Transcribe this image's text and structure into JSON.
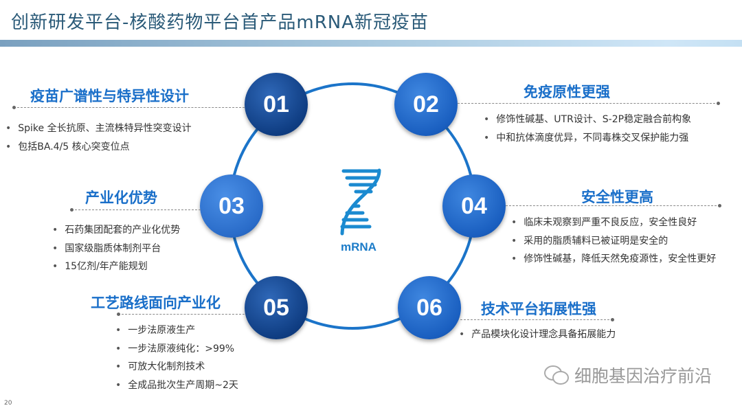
{
  "title": "创新研发平台-核酸药物平台首产品mRNA新冠疫苗",
  "center_label": "mRNA",
  "items": [
    {
      "num": "01",
      "heading": "疫苗广谱性与特异性设计",
      "bullets": [
        "Spike 全长抗原、主流株特异性突变设计",
        "包括BA.4/5 核心突变位点"
      ]
    },
    {
      "num": "02",
      "heading": "免疫原性更强",
      "bullets": [
        "修饰性碱基、UTR设计、S-2P稳定融合前构象",
        "中和抗体滴度优异，不同毒株交叉保护能力强"
      ]
    },
    {
      "num": "03",
      "heading": "产业化优势",
      "bullets": [
        "石药集团配套的产业化优势",
        "国家级脂质体制剂平台",
        "15亿剂/年产能规划"
      ]
    },
    {
      "num": "04",
      "heading": "安全性更高",
      "bullets": [
        "临床未观察到严重不良反应，安全性良好",
        "采用的脂质辅料已被证明是安全的",
        "修饰性碱基，降低天然免疫源性，安全性更好"
      ]
    },
    {
      "num": "05",
      "heading": "工艺路线面向产业化",
      "bullets": [
        "一步法原液生产",
        "一步法原液纯化：>99%",
        "可放大化制剂技术",
        "全成品批次生产周期~2天"
      ]
    },
    {
      "num": "06",
      "heading": "技术平台拓展性强",
      "bullets": [
        "产品模块化设计理念具备拓展能力"
      ]
    }
  ],
  "page_number": "20",
  "watermark": "细胞基因治疗前沿"
}
